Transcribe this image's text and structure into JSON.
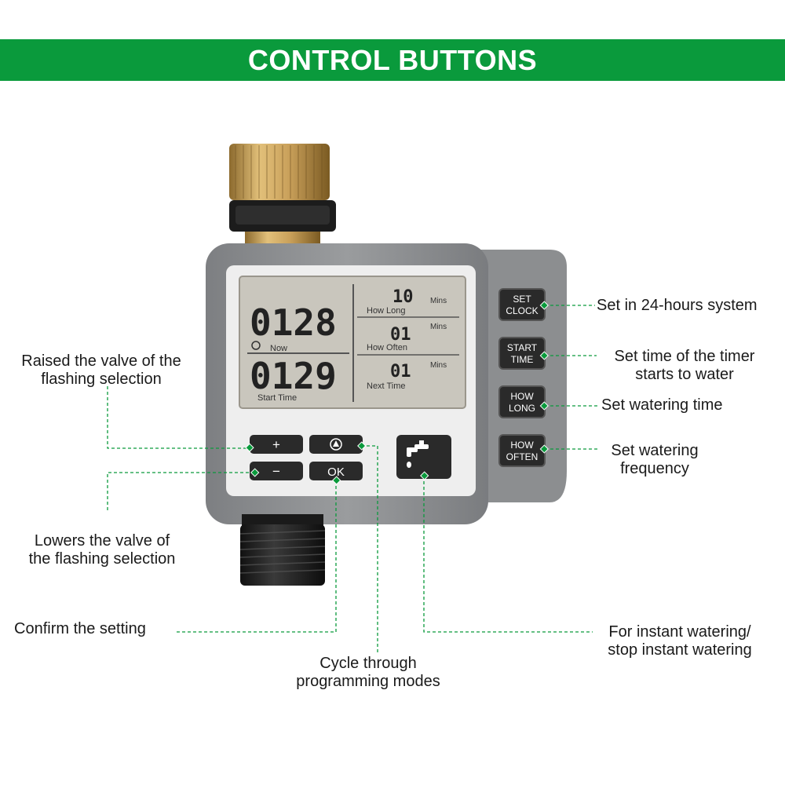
{
  "header": {
    "title": "CONTROL BUTTONS"
  },
  "lcd": {
    "now_time": "0128",
    "now_label": "Now",
    "start_time": "0129",
    "start_label": "Start Time",
    "how_long_value": "10",
    "how_long_label": "How Long",
    "how_long_unit": "Mins",
    "how_often_value": "01",
    "how_often_label": "How  Often",
    "how_often_unit": "Mins",
    "next_time_value": "01",
    "next_time_label": "Next Time",
    "next_time_unit": "Mins"
  },
  "buttons": {
    "plus": "+",
    "minus": "−",
    "ok": "OK",
    "set_clock_1": "SET",
    "set_clock_2": "CLOCK",
    "start_time_1": "START",
    "start_time_2": "TIME",
    "how_long_1": "HOW",
    "how_long_2": "LONG",
    "how_often_1": "HOW",
    "how_often_2": "OFTEN",
    "mode_icon": "cycle-icon",
    "manual_icon": "faucet-icon"
  },
  "annotations": {
    "raise_1": "Raised the valve of the",
    "raise_2": "flashing selection",
    "lower_1": "Lowers the valve of",
    "lower_2": "the flashing selection",
    "confirm": "Confirm the setting",
    "cycle_1": "Cycle through",
    "cycle_2": "programming modes",
    "instant_1": "For instant watering/",
    "instant_2": "stop instant watering",
    "set_clock": "Set in 24-hours system",
    "start_time_1": "Set time of the timer",
    "start_time_2": "starts to water",
    "how_long": "Set watering time",
    "how_often_1": "Set watering",
    "how_often_2": "frequency"
  },
  "colors": {
    "banner": "#0a9a3c",
    "leader": "#0a9a3c",
    "body": "#8a8c8e",
    "lcd": "#c9c6bd",
    "button": "#2a2a2a",
    "brass": "#c9a05a"
  }
}
